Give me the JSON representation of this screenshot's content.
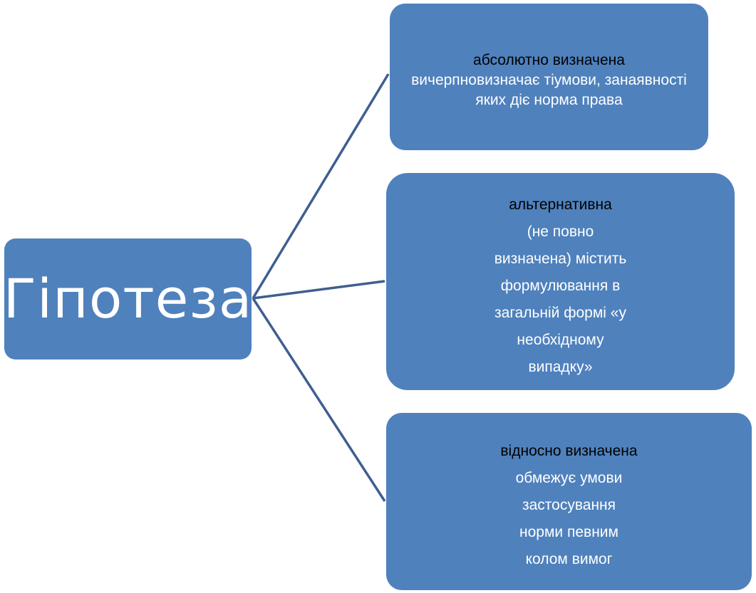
{
  "diagram": {
    "root": {
      "label": "Гіпотеза"
    },
    "branches": [
      {
        "title": "абсолютно визначена",
        "description": "вичерпновизначає тіумови, занаявності\nяких діє норма права"
      },
      {
        "title": "альтернативна",
        "description": "(не повно\nвизначена) містить\nформулювання в\nзагальній формі «у\nнеобхідному\nвипадку»"
      },
      {
        "title": "відносно визначена",
        "description": "обмежує умови\nзастосування\nнорми певним\nколом вимог"
      }
    ],
    "colors": {
      "box_fill": "#4f81bd",
      "connector": "#3e5f8f",
      "title_text": "#000000",
      "body_text": "#ffffff"
    }
  }
}
